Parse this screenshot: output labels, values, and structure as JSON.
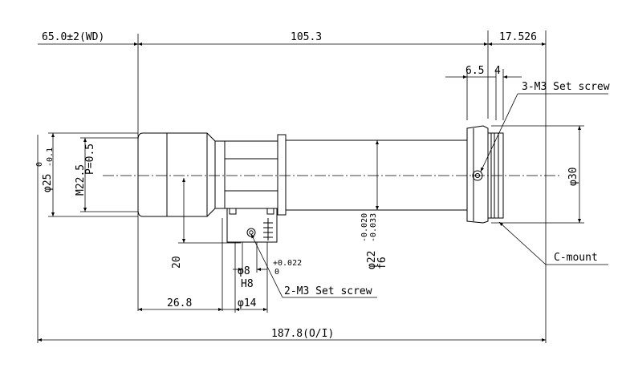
{
  "labels": {
    "wd": "65.0±2(WD)",
    "len_105": "105.3",
    "len_17": "17.526",
    "len_6_5": "6.5",
    "len_4": "4",
    "set_screw_3": "3-M3 Set screw",
    "dia_25": "φ25",
    "tol_25_upper": "0",
    "tol_25_lower": "-0.1",
    "thread_m": "M22.5",
    "thread_p": "P=0.5",
    "dia_30": "φ30",
    "dia_22": "φ22",
    "tol_22_upper": "-0.020",
    "tol_22_lower": "-0.033",
    "fit_f6": "f6",
    "height_20": "20",
    "dia_8": "φ8",
    "tol_8_upper": "+0.022",
    "tol_8_lower": "0",
    "fit_h8": "H8",
    "dia_14": "φ14",
    "set_screw_2": "2-M3 Set screw",
    "c_mount": "C-mount",
    "len_26": "26.8",
    "total": "187.8(O/I)"
  }
}
